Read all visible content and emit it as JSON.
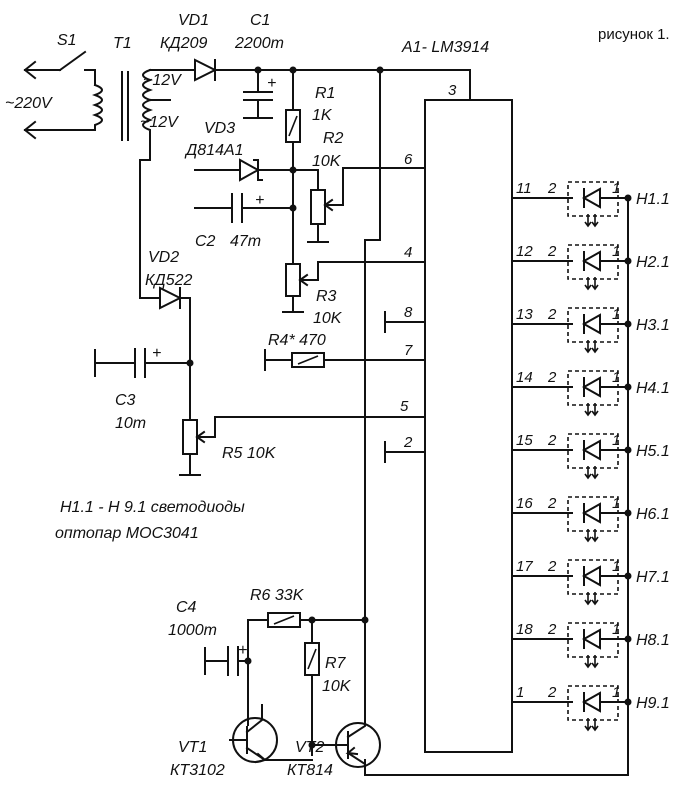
{
  "figure_label": "рисунок 1.",
  "ic_label": "A1- LM3914",
  "labels": {
    "s1": "S1",
    "t1": "T1",
    "mains": "~220V",
    "sec1": "~12V",
    "sec2": "~12V",
    "vd1": "VD1",
    "vd1_type": "КД209",
    "c1": "C1",
    "c1_val": "2200m",
    "r1": "R1",
    "r1_val": "1K",
    "vd3": "VD3",
    "vd3_type": "Д814А1",
    "r2": "R2",
    "r2_val": "10K",
    "c2": "C2",
    "c2_val": "47m",
    "vd2": "VD2",
    "vd2_type": "КД522",
    "r3": "R3",
    "r3_val": "10K",
    "r4": "R4* 470",
    "c3": "C3",
    "c3_val": "10m",
    "r5": "R5 10K",
    "note1": "H1.1 - H 9.1  светодиоды",
    "note2": "оптопар МОС3041",
    "c4": "C4",
    "c4_val": "1000m",
    "r6": "R6 33K",
    "r7": "R7",
    "r7_val": "10K",
    "vt1": "VT1",
    "vt1_type": "КТ3102",
    "vt2": "VT2",
    "vt2_type": "КТ814"
  },
  "ic_pins": [
    {
      "num": "3"
    },
    {
      "num": "6"
    },
    {
      "num": "4"
    },
    {
      "num": "8"
    },
    {
      "num": "7"
    },
    {
      "num": "5"
    },
    {
      "num": "2"
    }
  ],
  "leds": [
    {
      "pin": "11",
      "name": "H1.1"
    },
    {
      "pin": "12",
      "name": "H2.1"
    },
    {
      "pin": "13",
      "name": "H3.1"
    },
    {
      "pin": "14",
      "name": "H4.1"
    },
    {
      "pin": "15",
      "name": "H5.1"
    },
    {
      "pin": "16",
      "name": "H6.1"
    },
    {
      "pin": "17",
      "name": "H7.1"
    },
    {
      "pin": "18",
      "name": "H8.1"
    },
    {
      "pin": "1",
      "name": "H9.1"
    }
  ],
  "led_pin_a": "2",
  "led_pin_k": "1"
}
